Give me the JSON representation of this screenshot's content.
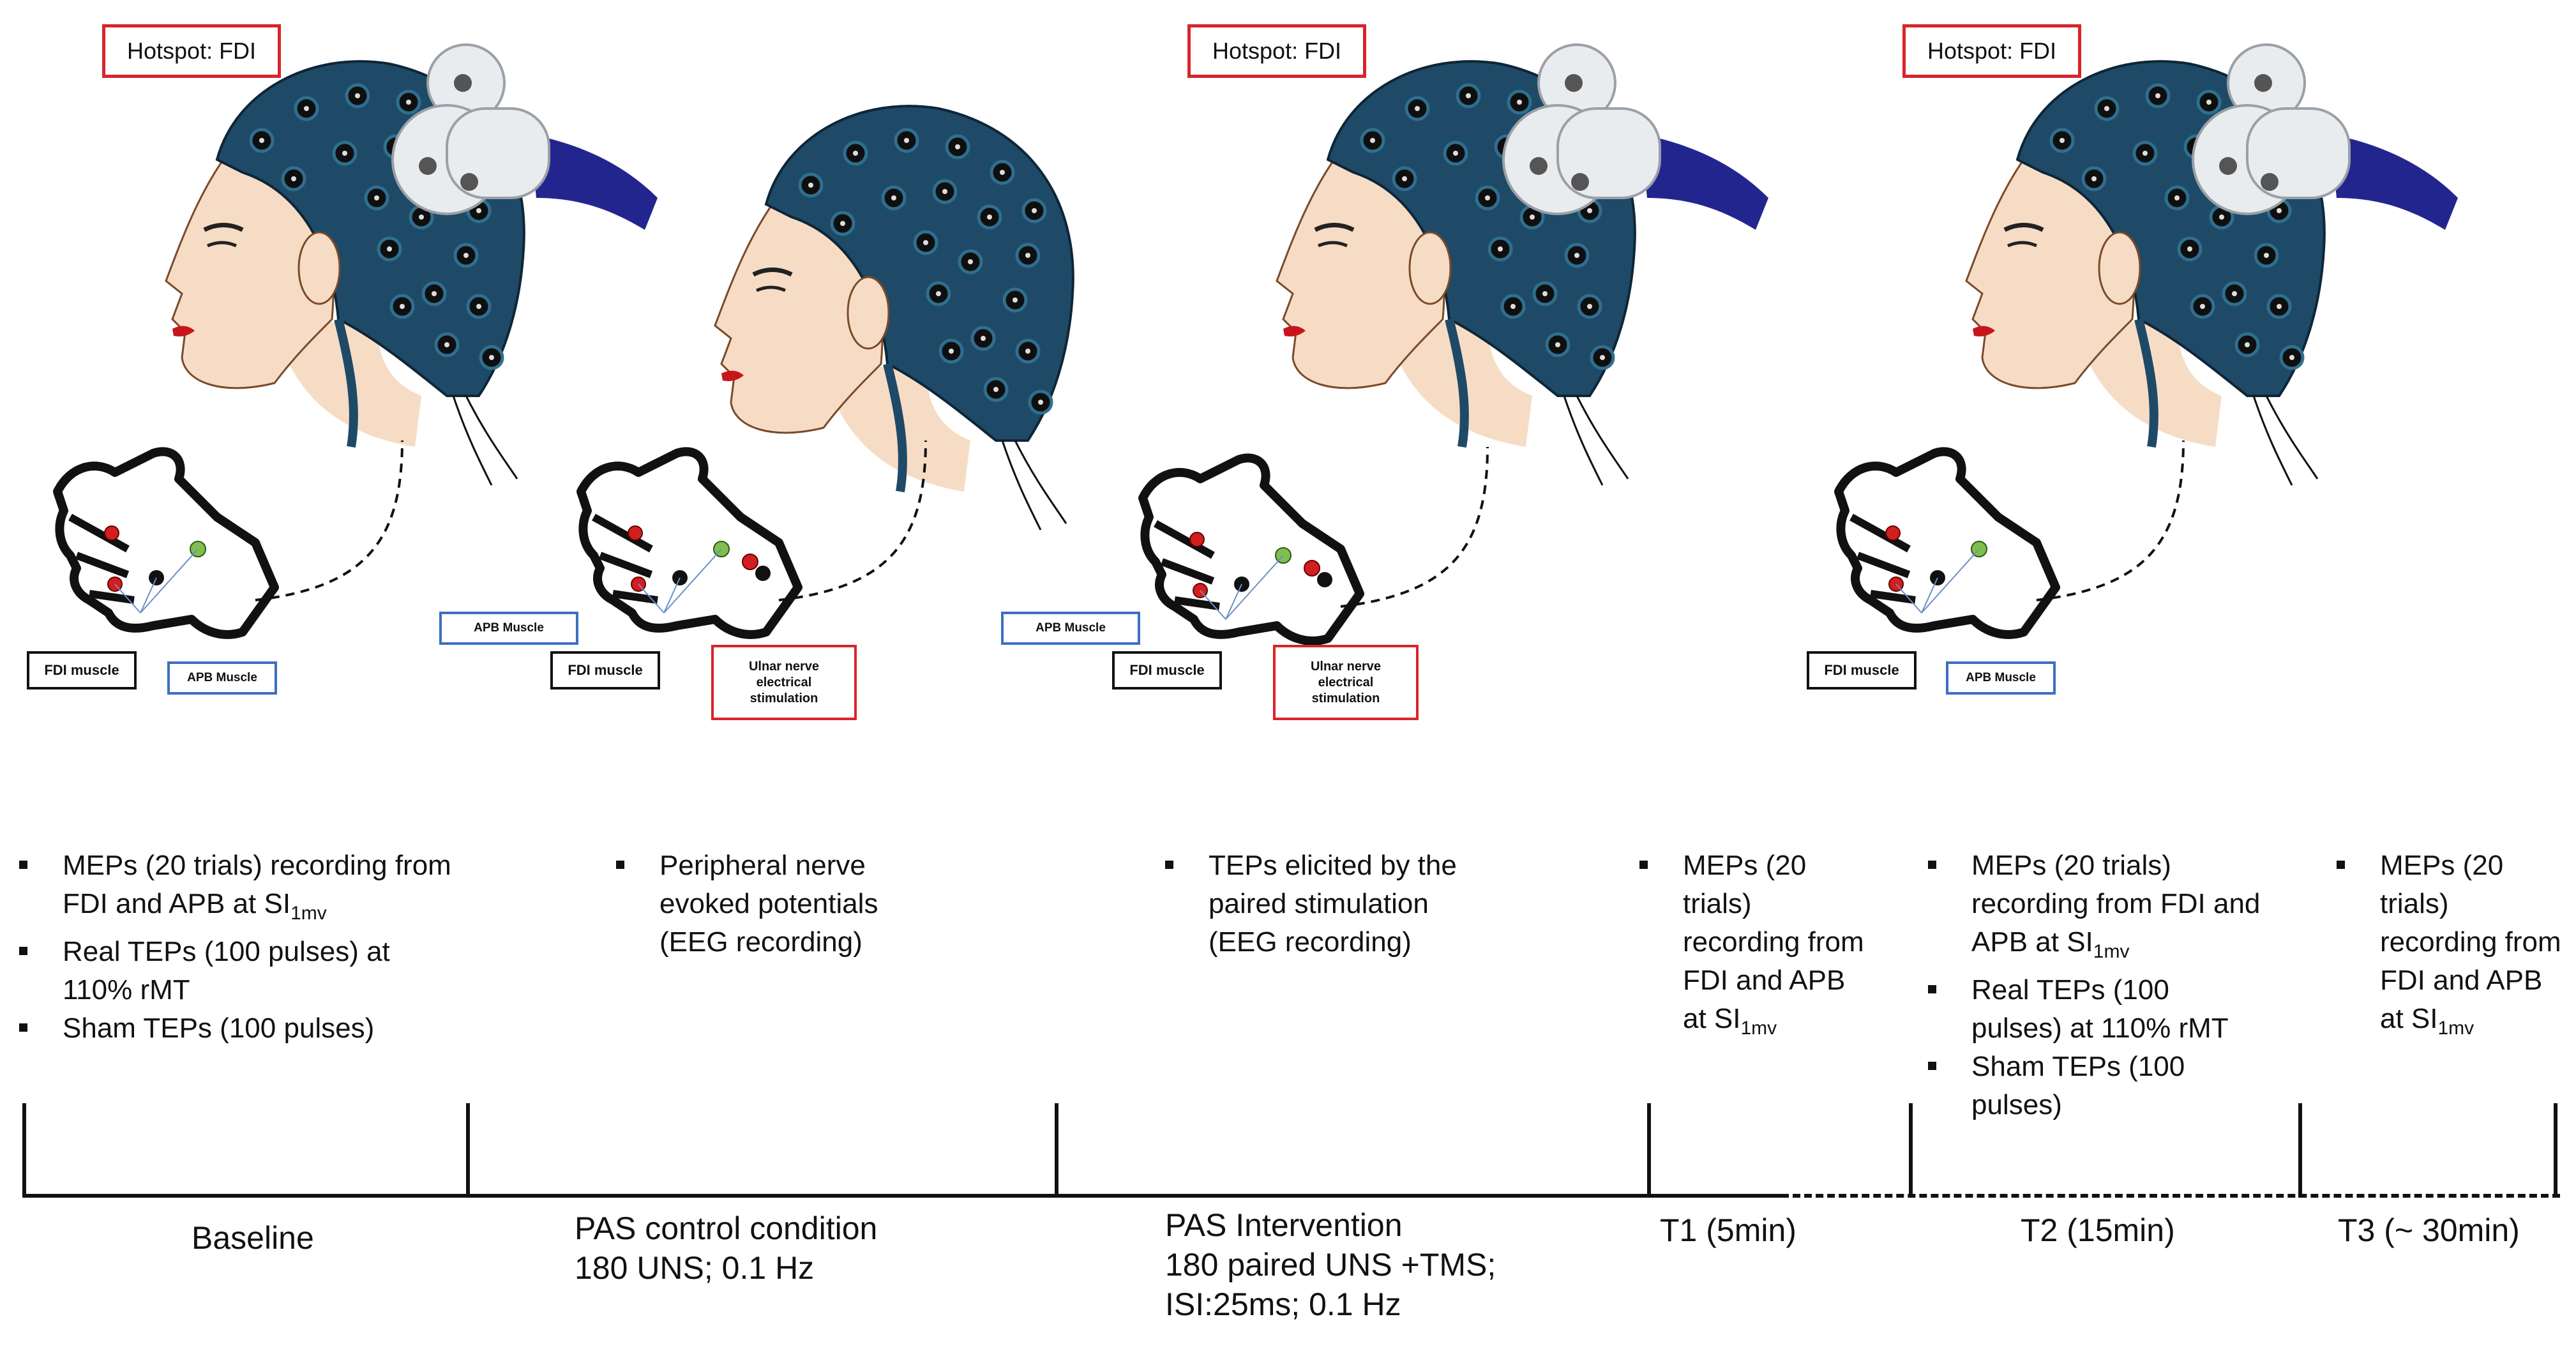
{
  "hotspot_label": "Hotspot: FDI",
  "muscle_labels": {
    "fdi": "FDI muscle",
    "apb": "APB Muscle",
    "ulnar": [
      "Ulnar nerve",
      "electrical",
      "stimulation"
    ]
  },
  "colors": {
    "cap": "#1e4a68",
    "electrode_ring": "#2f6f8f",
    "skin": "#f7dcc5",
    "coil": "#e9ecef",
    "handle": "#23258f",
    "red": "#d9242a",
    "blue": "#3d6fc2",
    "green_electrode": "#7fbf4d",
    "red_electrode": "#d11f1f"
  },
  "panels": [
    {
      "has_coil": true,
      "bullets": [
        "MEPs (20 trials) recording from FDI and APB at SI1mv",
        "Real TEPs (100 pulses) at 110% rMT",
        "Sham TEPs (100 pulses)"
      ]
    },
    {
      "has_coil": false,
      "bullets": [
        "Peripheral nerve evoked potentials (EEG recording)"
      ]
    },
    {
      "has_coil": true,
      "bullets": [
        "TEPs elicited by the paired stimulation (EEG recording)"
      ]
    },
    {
      "has_coil": true,
      "bullets_t1": [
        "MEPs (20 trials) recording from FDI and APB at SI1mv"
      ],
      "bullets_t2": [
        "MEPs (20 trials) recording from FDI and APB at SI1mv",
        "Real TEPs (100 pulses) at 110% rMT",
        "Sham TEPs (100 pulses)"
      ],
      "bullets_t3": [
        "MEPs (20 trials) recording from FDI and APB at SI1mv"
      ]
    }
  ],
  "timeline": {
    "baseline": "Baseline",
    "pas_control": [
      "PAS control condition",
      "180 UNS; 0.1 Hz"
    ],
    "pas_intervention": [
      "PAS Intervention",
      "180 paired UNS +TMS;",
      "ISI:25ms; 0.1 Hz"
    ],
    "t1": "T1 (5min)",
    "t2": "T2 (15min)",
    "t3": "T3 (~ 30min)"
  }
}
